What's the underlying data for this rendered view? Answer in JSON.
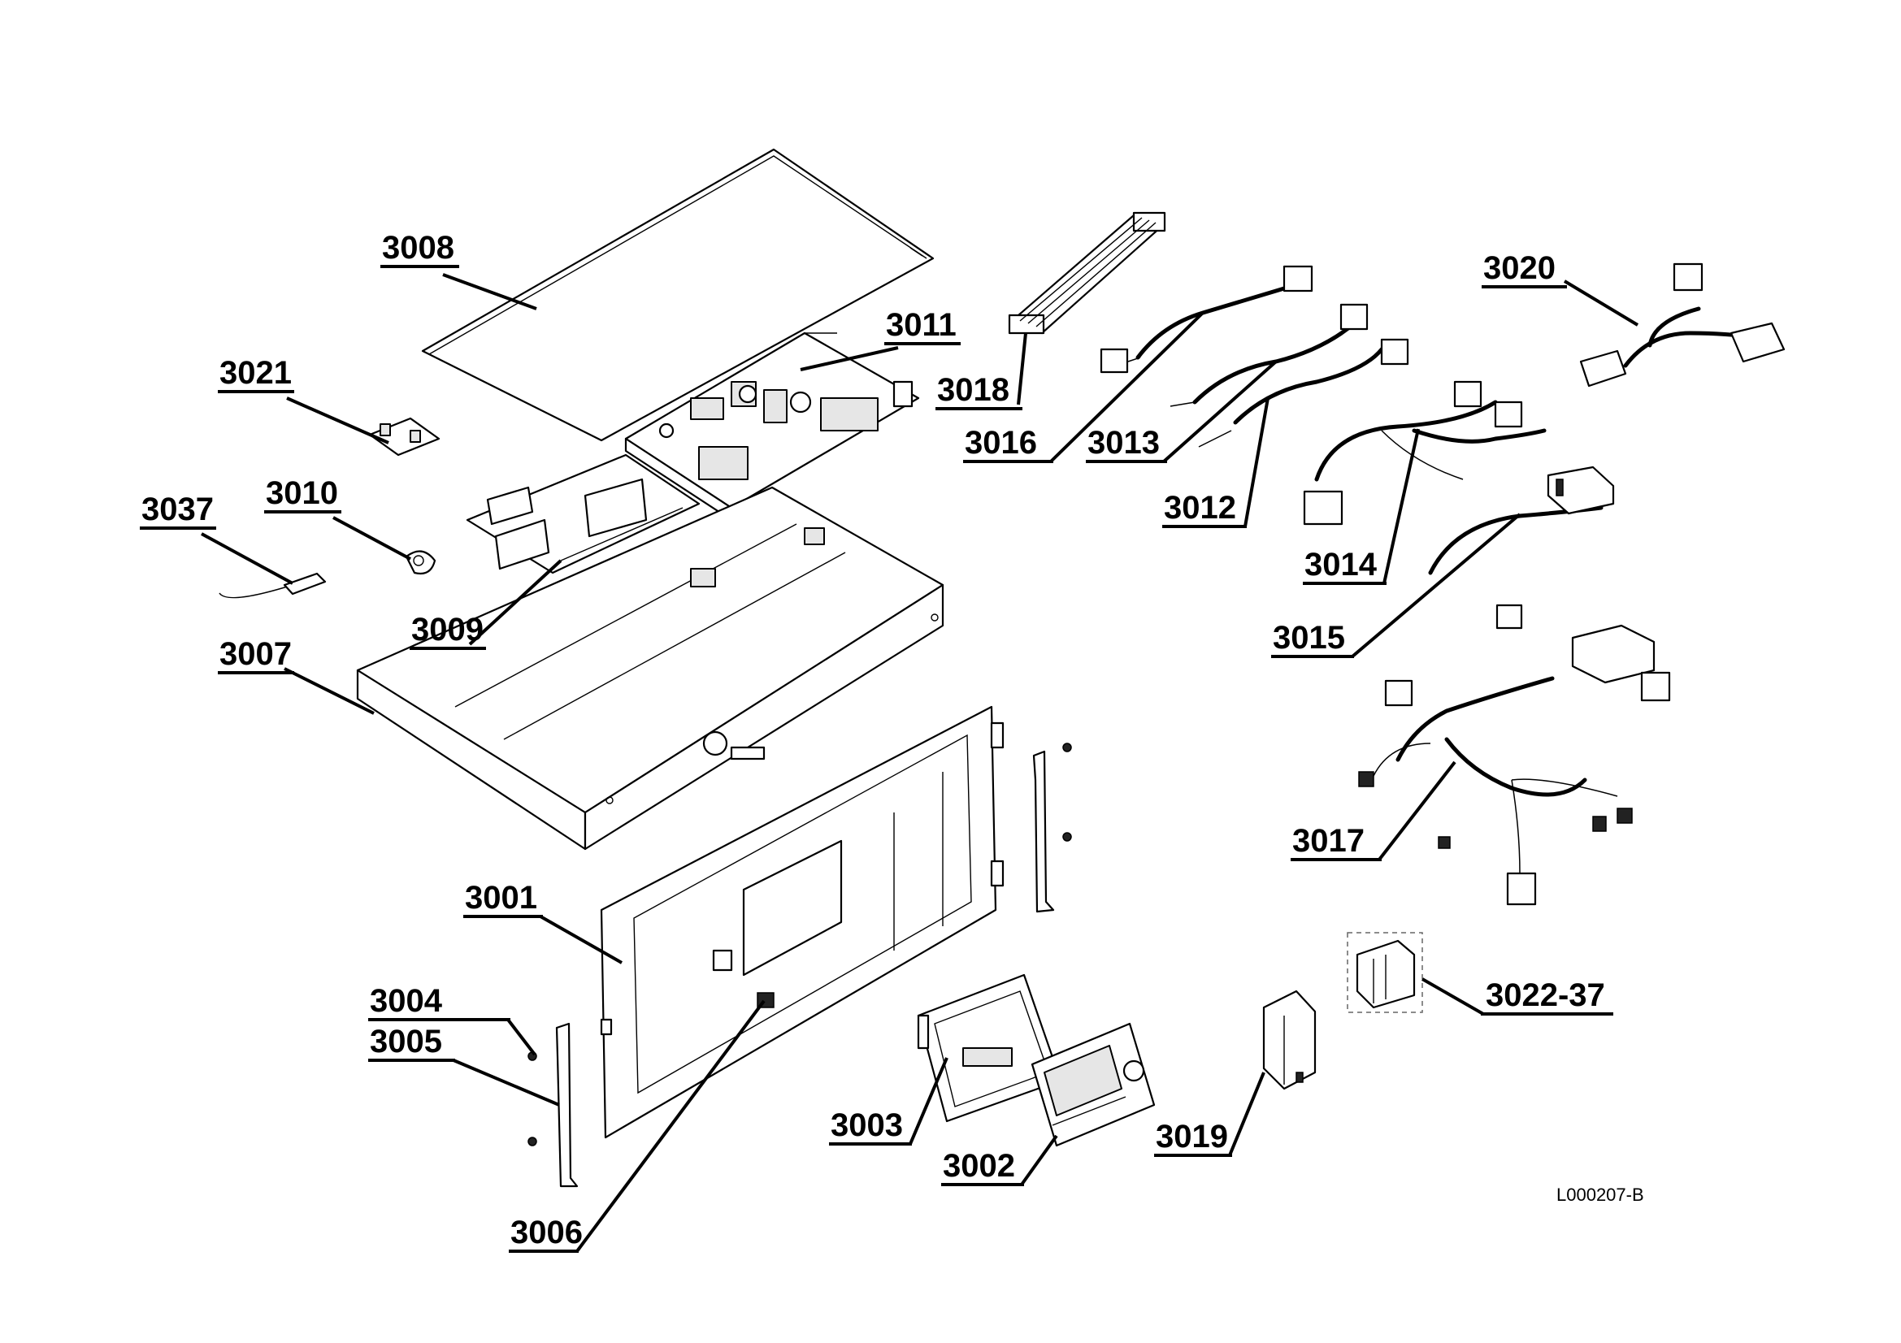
{
  "drawing": {
    "reference_code": "L000207-B",
    "part_labels": [
      "3008",
      "3011",
      "3021",
      "3010",
      "3037",
      "3009",
      "3007",
      "3018",
      "3016",
      "3013",
      "3012",
      "3014",
      "3015",
      "3020",
      "3017",
      "3001",
      "3004",
      "3005",
      "3006",
      "3003",
      "3002",
      "3019",
      "3022-37"
    ]
  }
}
